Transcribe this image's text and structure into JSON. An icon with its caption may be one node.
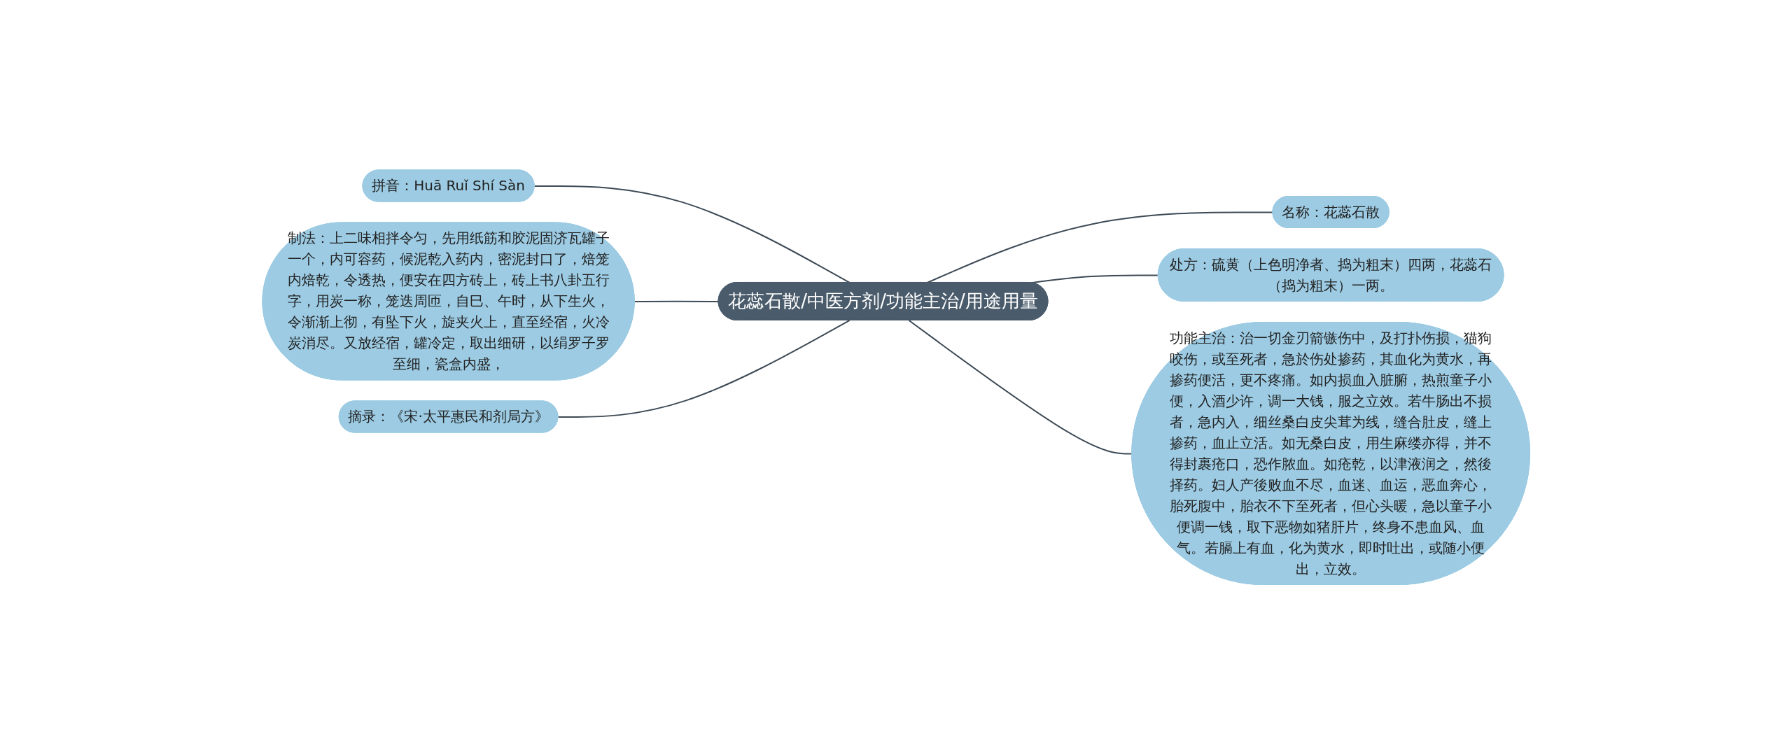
{
  "diagram": {
    "nodes": [
      {
        "text": [
          "花蕊石散/中医方剂/功能主治/用途用量"
        ]
      },
      {
        "text": [
          "名称：花蕊石散"
        ]
      },
      {
        "text": [
          "处方：硫黄（上色明净者、捣为粗末）四两，花蕊石（捣为粗末）一两。"
        ]
      },
      {
        "text": [
          "功能主治：治一切金刃箭镞伤中，及打扑伤损，猫狗咬伤，或至死者，急於伤处掺药，其血化为黄水，再掺药便活，更不疼痛。如内损血入脏腑，热煎童子小便，入酒少许，调一大钱，服之立效。若牛肠出不损者，急内入，细丝桑白皮尖茸为线，缝合肚皮，缝上掺药，血止立活。如无桑白皮，用生麻缕亦得，并不得封裹疮口，恐作脓血。如疮乾，以津液润之，然後择药。妇人产後败血不尽，血迷、血运，恶血奔心，胎死腹中，胎衣不下至死者，但心头暖，急以童子小便调一钱，取下恶物如猪肝片，终身不患血风、血气。若膈上有血，化为黄水，即时吐出，或随小便出，立效。"
        ]
      },
      {
        "text": [
          "拼音：Huā Ruǐ Shí Sàn"
        ]
      },
      {
        "text": [
          "制法：上二味相拌令匀，先用纸筋和胶泥固济瓦罐子一个，内可容药，候泥乾入药内，密泥封口了，焙笼内焙乾，令透热，便安在四方砖上，砖上书八卦五行字，用炭一称，笼迭周匝，自巳、午时，从下生火，令渐渐上彻，有坠下火，旋夹火上，直至经宿，火冷炭消尽。又放经宿，罐冷定，取出细研，以绢罗子罗至细，瓷盒内盛，"
        ]
      },
      {
        "text": [
          "摘录：《宋·太平惠民和剂局方》"
        ]
      }
    ],
    "edges": [
      {
        "from": 0,
        "to": 1,
        "arrow": "none"
      },
      {
        "from": 0,
        "to": 2,
        "arrow": "none"
      },
      {
        "from": 0,
        "to": 3,
        "arrow": "none"
      },
      {
        "from": 4,
        "to": 0,
        "arrow": "none"
      },
      {
        "from": 5,
        "to": 0,
        "arrow": "none"
      },
      {
        "from": 6,
        "to": 0,
        "arrow": "none"
      }
    ]
  }
}
